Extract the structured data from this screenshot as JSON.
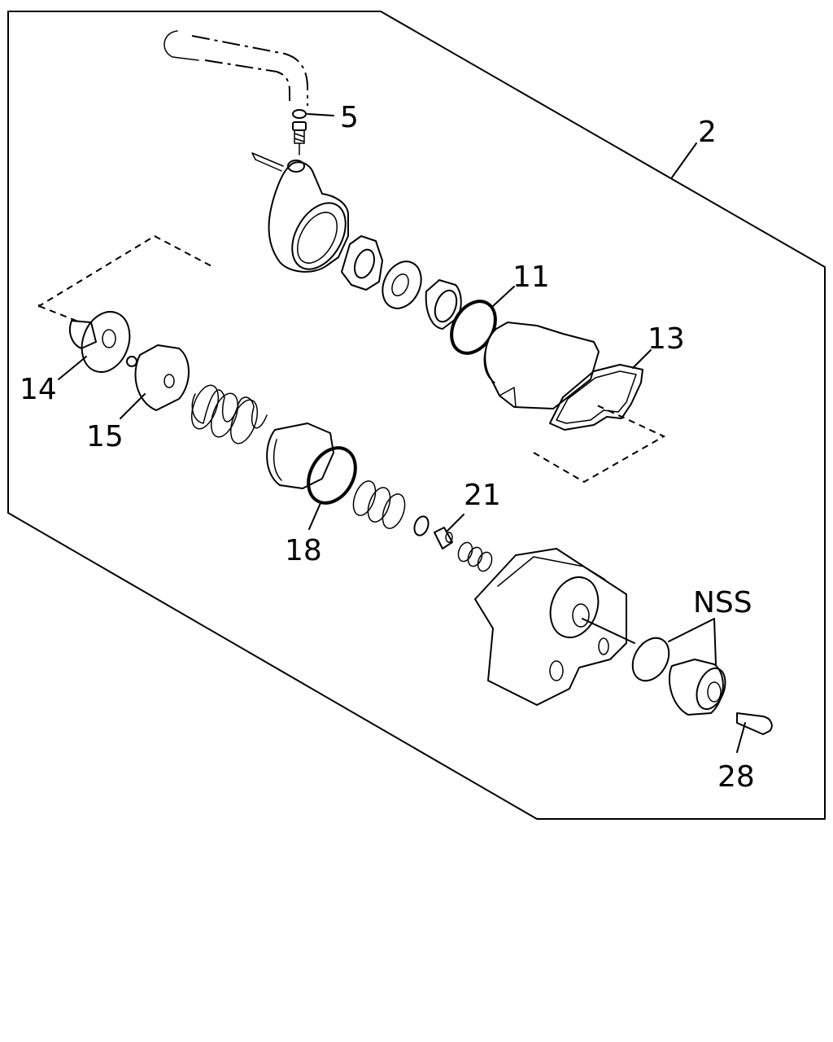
{
  "diagram": {
    "callouts": {
      "assembly": "2",
      "part_5": "5",
      "part_11": "11",
      "part_13": "13",
      "part_14": "14",
      "part_15": "15",
      "part_18": "18",
      "part_21": "21",
      "part_28": "28",
      "nss": "NSS"
    }
  }
}
